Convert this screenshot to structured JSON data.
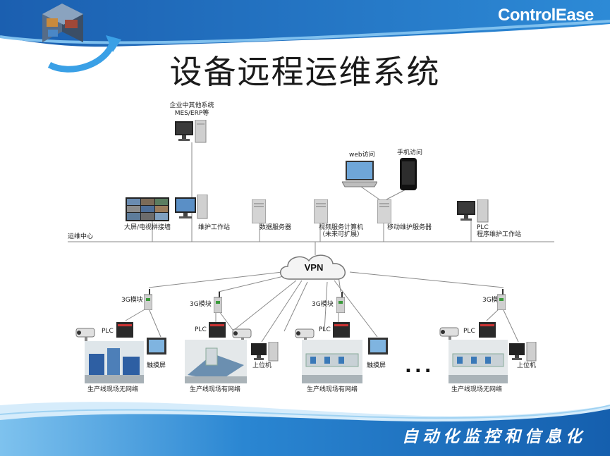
{
  "header": {
    "brand": "ControlEase",
    "title": "设备远程运维系统"
  },
  "footer": {
    "slogan": "自动化监控和信息化"
  },
  "enterprise": {
    "line1": "企业中其他系统",
    "line2": "MES/ERP等"
  },
  "clients": {
    "web": "web访问",
    "mobile": "手机访问"
  },
  "center": {
    "label": "运维中心",
    "nodes": {
      "screen_wall": "大屏/电视拼接墙",
      "maint_station": "维护工作站",
      "data_server": "数据服务器",
      "video_server_1": "视频服务计算机",
      "video_server_2": "（未来可扩展）",
      "mobile_server": "移动维护服务器",
      "plc_station_1": "PLC",
      "plc_station_2": "程序维护工作站"
    }
  },
  "vpn": "VPN",
  "sites": [
    {
      "module": "3G模块",
      "plc": "PLC",
      "extra": "触摸屏",
      "name": "生产线现场无网络"
    },
    {
      "module": "3G模块",
      "plc": "PLC",
      "extra": "上位机",
      "name": "生产线现场有网络"
    },
    {
      "module": "3G模块",
      "plc": "PLC",
      "extra": "触摸屏",
      "name": "生产线现场有网络"
    },
    {
      "module": "3G模块",
      "plc": "PLC",
      "extra": "上位机",
      "name": "生产线现场无网络"
    }
  ],
  "ellipsis": "...",
  "colors": {
    "header_blue": "#1e72c0",
    "footer_blue": "#1a6fbf",
    "line": "#8a8a8a"
  }
}
